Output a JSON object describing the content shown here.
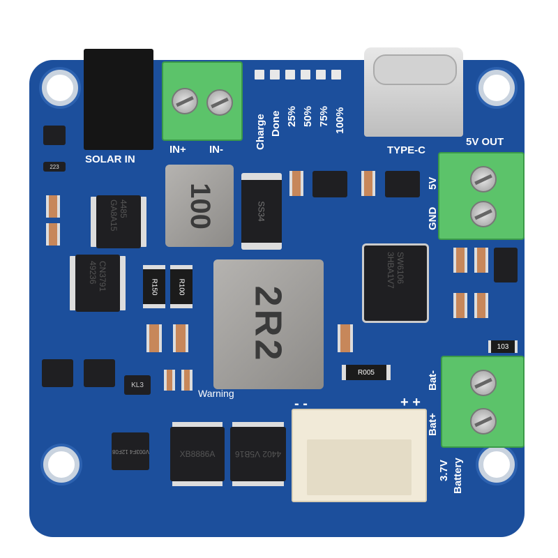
{
  "labels": {
    "solar_in": "SOLAR IN",
    "in_plus": "IN+",
    "in_minus": "IN-",
    "leds": [
      "Charge",
      "Done",
      "25%",
      "50%",
      "75%",
      "100%"
    ],
    "type_c": "TYPE-C",
    "out_5v": "5V OUT",
    "v5": "5V",
    "gnd": "GND",
    "bat_minus": "Bat-",
    "bat_plus": "Bat+",
    "v37": "3.7V",
    "battery": "Battery",
    "warning": "Warning",
    "plus_plus": "+ +",
    "minus_minus": "- -"
  },
  "parts": {
    "inductor_small": "100",
    "inductor_big": "2R2",
    "diode": "SS34",
    "ic_4485": "4485 GA8A15",
    "ic_cn3791": "CN3791 49236",
    "ic_sw6106": "SW6106 3HBA1V7",
    "r150": "R150",
    "r100": "R100",
    "r005": "R005",
    "r103": "103",
    "ic_xb": "XB8886A",
    "ic_4402": "4402 V5B16",
    "ic_qfn": "V003F4 12F08",
    "kl3": "KL3",
    "r223": "223"
  },
  "colors": {
    "board": "#1c4f9c",
    "terminal": "#5cc36a",
    "silkscreen": "#ffffff"
  }
}
